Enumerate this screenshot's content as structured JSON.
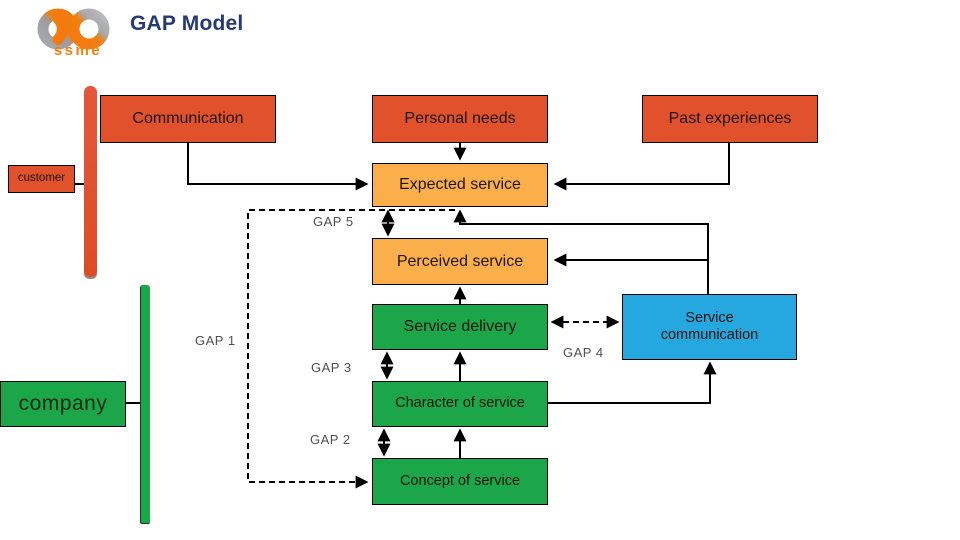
{
  "header": {
    "logo_icon": "infinity-rings-icon",
    "logo_text": "ssme",
    "title": "GAP Model"
  },
  "diagram": {
    "side_labels": {
      "customer": "customer",
      "company": "company"
    },
    "boxes": {
      "communication": "Communication",
      "personal_needs": "Personal needs",
      "past_experiences": "Past experiences",
      "expected_service": "Expected service",
      "perceived_service": "Perceived service",
      "service_delivery": "Service delivery",
      "service_communication": "Service communication",
      "character_of_service": "Character of service",
      "concept_of_service": "Concept of service"
    },
    "gap_labels": {
      "gap1": "GAP 1",
      "gap2": "GAP 2",
      "gap3": "GAP 3",
      "gap4": "GAP 4",
      "gap5": "GAP 5"
    },
    "colors": {
      "red_orange": "#E0512C",
      "amber": "#FAAF4A",
      "green": "#1BA64A",
      "blue": "#25A8E0",
      "title_navy": "#253975",
      "logo_orange": "#F0800F",
      "logo_gray": "#A7A9AC",
      "connector_black": "#000000",
      "gap_label_gray": "#4F4F4F"
    }
  }
}
